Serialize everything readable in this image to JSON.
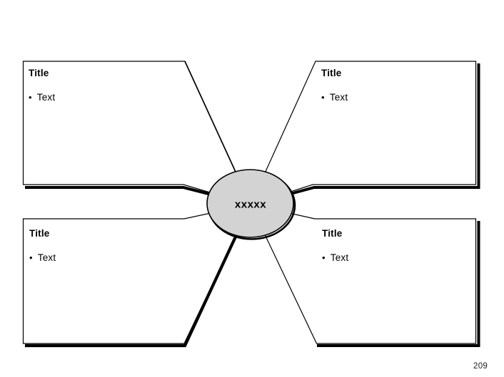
{
  "slide": {
    "page_number": "209",
    "background_color": "#ffffff"
  },
  "diagram": {
    "type": "radial-callout",
    "center": {
      "label": "xxxxx",
      "fill_color": "#d3d3d3",
      "border_color": "#000000"
    },
    "boxes": [
      {
        "position": "top-left",
        "title": "Title",
        "bullet": "•",
        "text": "Text"
      },
      {
        "position": "top-right",
        "title": "Title",
        "bullet": "•",
        "text": "Text"
      },
      {
        "position": "bottom-left",
        "title": "Title",
        "bullet": "•",
        "text": "Text"
      },
      {
        "position": "bottom-right",
        "title": "Title",
        "bullet": "•",
        "text": "Text"
      }
    ]
  }
}
